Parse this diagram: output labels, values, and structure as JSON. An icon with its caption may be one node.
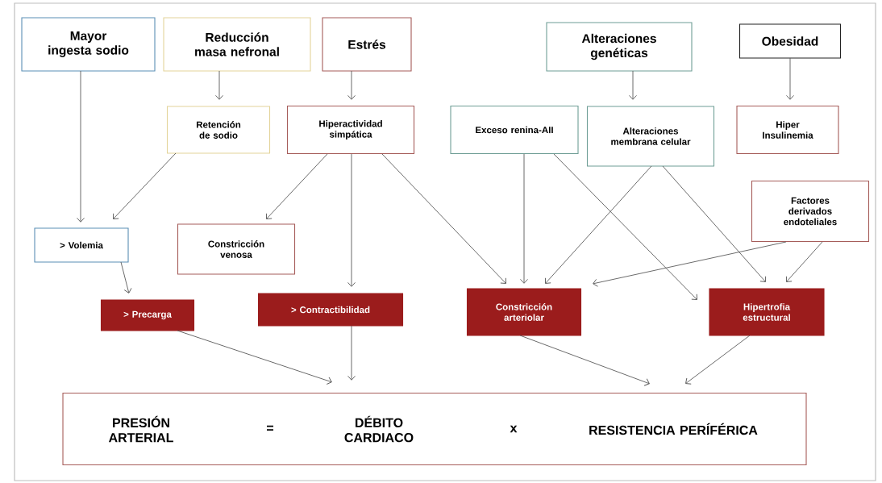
{
  "diagram": {
    "nodes": [
      {
        "text": [
          "Mayor ingesta sodio"
        ]
      },
      {
        "text": [
          "Reducción masa nefronal"
        ]
      },
      {
        "text": [
          "Estrés"
        ]
      },
      {
        "text": [
          "Alteraciones genéticas"
        ]
      },
      {
        "text": [
          "Obesidad"
        ]
      },
      {
        "text": [
          "Retención de sodio"
        ]
      },
      {
        "text": [
          "Hiperactividad simpática"
        ]
      },
      {
        "text": [
          "Exceso renina-AII"
        ]
      },
      {
        "text": [
          "Alteraciones membrana celular"
        ]
      },
      {
        "text": [
          "Hiper Insulinemia"
        ]
      },
      {
        "text": [
          "Factores derivados endoteliales"
        ]
      },
      {
        "text": [
          "> Volemia"
        ]
      },
      {
        "text": [
          "Constricción venosa"
        ]
      },
      {
        "text": [
          "> Precarga"
        ]
      },
      {
        "text": [
          "> Contractibilidad"
        ]
      },
      {
        "text": [
          "Constricción arteriolar"
        ]
      },
      {
        "text": [
          "Hipertrofia estructural"
        ]
      },
      {
        "text": [
          "PRESIÓN ARTERIAL",
          "=",
          "DÉBITO CARDIACO",
          "x",
          "RESISTENCIA PERÍFÉRICA"
        ]
      }
    ],
    "edges": [
      {
        "from": 0,
        "to": 11,
        "arrow": "to"
      },
      {
        "from": 1,
        "to": 5,
        "arrow": "to"
      },
      {
        "from": 2,
        "to": 6,
        "arrow": "to"
      },
      {
        "from": 3,
        "to": 8,
        "arrow": "to"
      },
      {
        "from": 4,
        "to": 9,
        "arrow": "to"
      },
      {
        "from": 5,
        "to": 11,
        "arrow": "to"
      },
      {
        "from": 6,
        "to": 12,
        "arrow": "to"
      },
      {
        "from": 6,
        "to": 14,
        "arrow": "to"
      },
      {
        "from": 6,
        "to": 15,
        "arrow": "to"
      },
      {
        "from": 7,
        "to": 15,
        "arrow": "to"
      },
      {
        "from": 7,
        "to": 16,
        "arrow": "to"
      },
      {
        "from": 8,
        "to": 15,
        "arrow": "to"
      },
      {
        "from": 8,
        "to": 16,
        "arrow": "to"
      },
      {
        "from": 10,
        "to": 15,
        "arrow": "to"
      },
      {
        "from": 10,
        "to": 16,
        "arrow": "to"
      },
      {
        "from": 11,
        "to": 13,
        "arrow": "to"
      },
      {
        "from": 13,
        "to": 17,
        "arrow": "to"
      },
      {
        "from": 14,
        "to": 17,
        "arrow": "to"
      },
      {
        "from": 15,
        "to": 17,
        "arrow": "to"
      },
      {
        "from": 16,
        "to": 17,
        "arrow": "to"
      }
    ]
  }
}
